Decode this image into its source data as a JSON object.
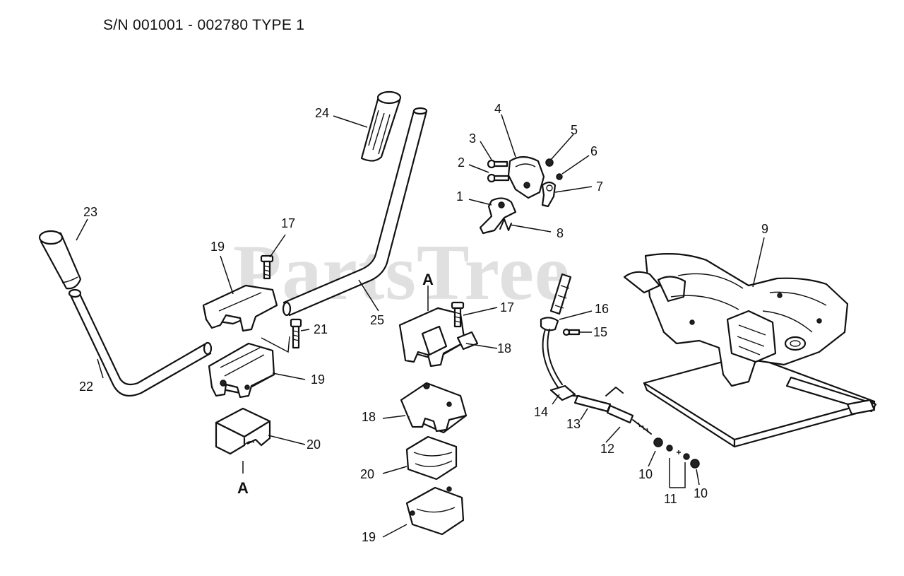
{
  "header": {
    "title": "S/N 001001 - 002780 TYPE 1"
  },
  "watermark": "PartsTree",
  "callouts": {
    "c1": "1",
    "c2": "2",
    "c3": "3",
    "c4": "4",
    "c5": "5",
    "c6": "6",
    "c7": "7",
    "c8": "8",
    "c9": "9",
    "c10a": "10",
    "c10b": "10",
    "c11": "11",
    "c12": "12",
    "c13": "13",
    "c14": "14",
    "c15": "15",
    "c16": "16",
    "c17a": "17",
    "c17b": "17",
    "c18a": "18",
    "c18b": "18",
    "c19a": "19",
    "c19b": "19",
    "c19c": "19",
    "c20a": "20",
    "c20b": "20",
    "c21": "21",
    "c22": "22",
    "c23": "23",
    "c24": "24",
    "c25": "25"
  },
  "detail_markers": {
    "a_top": "A",
    "a_bottom": "A"
  }
}
